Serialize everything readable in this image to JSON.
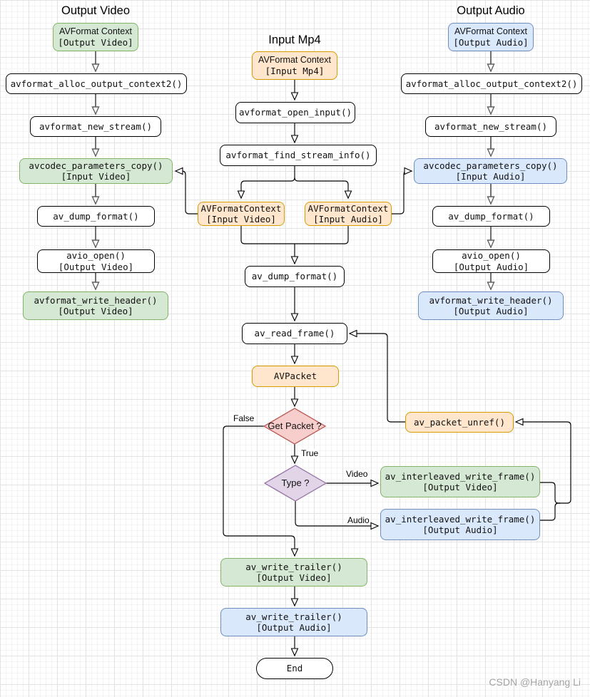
{
  "titles": {
    "output_video": "Output Video",
    "input_mp4": "Input Mp4",
    "output_audio": "Output Audio"
  },
  "watermark": "CSDN @Hanyang Li",
  "edge_labels": {
    "false": "False",
    "true": "True",
    "video": "Video",
    "audio": "Audio"
  },
  "colors": {
    "green_fill": "#d5e8d4",
    "green_stroke": "#82b366",
    "orange_fill": "#ffe6cc",
    "orange_stroke": "#d79b00",
    "blue_fill": "#dae8fc",
    "blue_stroke": "#6c8ebf",
    "red_fill": "#f8cecc",
    "red_stroke": "#b85450",
    "purple_fill": "#e1d5e7",
    "purple_stroke": "#9673a6",
    "white_fill": "#ffffff",
    "black_stroke": "#000000"
  },
  "nodes": {
    "out_video_ctx": {
      "line1": "AVFormat Context",
      "line2": "[Output Video]"
    },
    "out_video_alloc": {
      "line1": "avformat_alloc_output_context2()"
    },
    "out_video_new_stream": {
      "line1": "avformat_new_stream()"
    },
    "out_video_param_copy": {
      "line1": "avcodec_parameters_copy()",
      "line2": "[Input Video]"
    },
    "out_video_dump": {
      "line1": "av_dump_format()"
    },
    "out_video_avio_open": {
      "line1": "avio_open()",
      "line2": "[Output Video]"
    },
    "out_video_write_header": {
      "line1": "avformat_write_header()",
      "line2": "[Output Video]"
    },
    "in_mp4_ctx": {
      "line1": "AVFormat Context",
      "line2": "[Input Mp4]"
    },
    "open_input": {
      "line1": "avformat_open_input()"
    },
    "find_stream_info": {
      "line1": "avformat_find_stream_info()"
    },
    "ctx_input_video": {
      "line1": "AVFormatContext",
      "line2": "[Input Video]"
    },
    "ctx_input_audio": {
      "line1": "AVFormatContext",
      "line2": "[Input Audio]"
    },
    "mid_dump": {
      "line1": "av_dump_format()"
    },
    "read_frame": {
      "line1": "av_read_frame()"
    },
    "avpacket": {
      "line1": "AVPacket"
    },
    "get_packet": {
      "line1": "Get Packet ?"
    },
    "type": {
      "line1": "Type ?"
    },
    "packet_unref": {
      "line1": "av_packet_unref()"
    },
    "write_frame_video": {
      "line1": "av_interleaved_write_frame()",
      "line2": "[Output Video]"
    },
    "write_frame_audio": {
      "line1": "av_interleaved_write_frame()",
      "line2": "[Output Audio]"
    },
    "trailer_video": {
      "line1": "av_write_trailer()",
      "line2": "[Output Video]"
    },
    "trailer_audio": {
      "line1": "av_write_trailer()",
      "line2": "[Output Audio]"
    },
    "end": {
      "line1": "End"
    },
    "out_audio_ctx": {
      "line1": "AVFormat Context",
      "line2": "[Output Audio]"
    },
    "out_audio_alloc": {
      "line1": "avformat_alloc_output_context2()"
    },
    "out_audio_new_stream": {
      "line1": "avformat_new_stream()"
    },
    "out_audio_param_copy": {
      "line1": "avcodec_parameters_copy()",
      "line2": "[Input Audio]"
    },
    "out_audio_dump": {
      "line1": "av_dump_format()"
    },
    "out_audio_avio_open": {
      "line1": "avio_open()",
      "line2": "[Output Audio]"
    },
    "out_audio_write_header": {
      "line1": "avformat_write_header()",
      "line2": "[Output Audio]"
    }
  },
  "edges": [
    {
      "from": "out_video_ctx",
      "to": "out_video_alloc"
    },
    {
      "from": "out_video_alloc",
      "to": "out_video_new_stream"
    },
    {
      "from": "out_video_new_stream",
      "to": "out_video_param_copy"
    },
    {
      "from": "out_video_param_copy",
      "to": "out_video_dump"
    },
    {
      "from": "out_video_dump",
      "to": "out_video_avio_open"
    },
    {
      "from": "out_video_avio_open",
      "to": "out_video_write_header"
    },
    {
      "from": "in_mp4_ctx",
      "to": "open_input"
    },
    {
      "from": "open_input",
      "to": "find_stream_info"
    },
    {
      "from": "find_stream_info",
      "to": "ctx_input_video"
    },
    {
      "from": "find_stream_info",
      "to": "ctx_input_audio"
    },
    {
      "from": "ctx_input_video",
      "to": "mid_dump"
    },
    {
      "from": "ctx_input_audio",
      "to": "mid_dump"
    },
    {
      "from": "ctx_input_video",
      "to": "out_video_param_copy"
    },
    {
      "from": "ctx_input_audio",
      "to": "out_audio_param_copy"
    },
    {
      "from": "mid_dump",
      "to": "read_frame"
    },
    {
      "from": "read_frame",
      "to": "avpacket"
    },
    {
      "from": "avpacket",
      "to": "get_packet"
    },
    {
      "from": "get_packet",
      "to": "type",
      "label": "True"
    },
    {
      "from": "get_packet",
      "to": "trailer_video",
      "label": "False"
    },
    {
      "from": "type",
      "to": "write_frame_video",
      "label": "Video"
    },
    {
      "from": "type",
      "to": "write_frame_audio",
      "label": "Audio"
    },
    {
      "from": "write_frame_video",
      "to": "packet_unref"
    },
    {
      "from": "write_frame_audio",
      "to": "packet_unref"
    },
    {
      "from": "packet_unref",
      "to": "read_frame"
    },
    {
      "from": "trailer_video",
      "to": "trailer_audio"
    },
    {
      "from": "trailer_audio",
      "to": "end"
    },
    {
      "from": "out_audio_ctx",
      "to": "out_audio_alloc"
    },
    {
      "from": "out_audio_alloc",
      "to": "out_audio_new_stream"
    },
    {
      "from": "out_audio_new_stream",
      "to": "out_audio_param_copy"
    },
    {
      "from": "out_audio_param_copy",
      "to": "out_audio_dump"
    },
    {
      "from": "out_audio_dump",
      "to": "out_audio_avio_open"
    },
    {
      "from": "out_audio_avio_open",
      "to": "out_audio_write_header"
    }
  ]
}
